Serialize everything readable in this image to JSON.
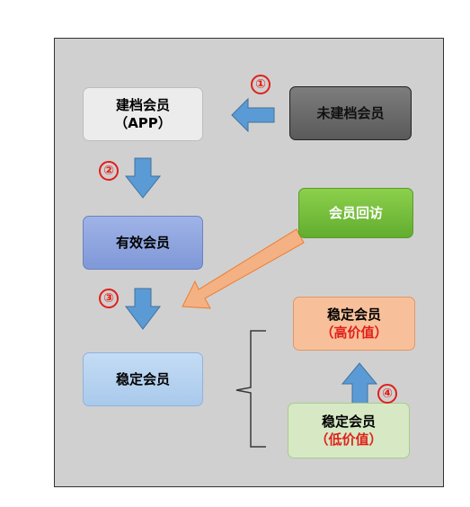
{
  "nodes": {
    "archived_member": {
      "line1": "建档会员",
      "line2": "（APP）"
    },
    "unarchived_member": {
      "label": "未建档会员"
    },
    "member_visit": {
      "label": "会员回访"
    },
    "valid_member": {
      "label": "有效会员"
    },
    "stable_member": {
      "label": "稳定会员"
    },
    "stable_high": {
      "line1": "稳定会员",
      "line2": "（高价值）"
    },
    "stable_low": {
      "line1": "稳定会员",
      "line2": "（低价值）"
    }
  },
  "steps": [
    "①",
    "②",
    "③",
    "④"
  ],
  "colors": {
    "panel": "#d0d0d0",
    "arrow_blue": "#5b9bd5",
    "arrow_orange": "#f4b183",
    "marker_red": "#e0201a"
  }
}
